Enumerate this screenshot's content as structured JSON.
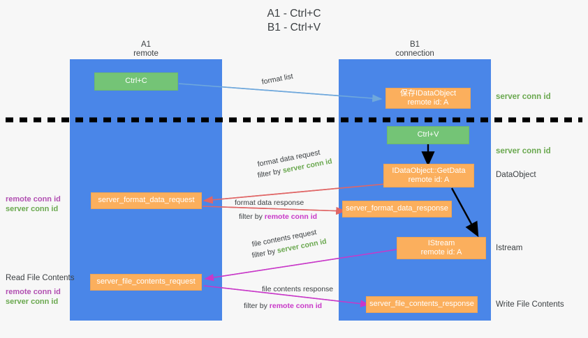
{
  "title": "A1 - Ctrl+C\nB1 - Ctrl+V",
  "colors": {
    "lane": "#4a86e8",
    "green_box": "#74c476",
    "orange_box": "#fbaf5d",
    "green_text": "#6aa84f",
    "magenta_text": "#c838c8",
    "remote_conn_text": "#b14fb1",
    "arrow_blue": "#6fa8dc",
    "arrow_red": "#e06666",
    "arrow_magenta": "#c838c8",
    "arrow_black": "#000000",
    "divider": "#000000"
  },
  "columns": [
    {
      "name": "A1",
      "sub": "remote"
    },
    {
      "name": "B1",
      "sub": "connection"
    }
  ],
  "boxes": {
    "ctrl_c": {
      "line1": "Ctrl+C",
      "line2": ""
    },
    "save_idataobject": {
      "line1": "保存IDataObject",
      "line2": "remote id: A"
    },
    "ctrl_v": {
      "line1": "Ctrl+V",
      "line2": ""
    },
    "getdata": {
      "line1": "IDataObject::GetData",
      "line2": "remote id: A"
    },
    "server_format_data_request": {
      "line1": "server_format_data_request",
      "line2": ""
    },
    "server_format_data_response": {
      "line1": "server_format_data_response",
      "line2": ""
    },
    "istream": {
      "line1": "IStream",
      "line2": "remote id: A"
    },
    "server_file_contents_request": {
      "line1": "server_file_contents_request",
      "line2": ""
    },
    "server_file_contents_response": {
      "line1": "server_file_contents_response",
      "line2": ""
    }
  },
  "captions": {
    "format_list": "format list",
    "format_data_request": "format data request",
    "format_data_request_filter_prefix": "filter by ",
    "format_data_request_filter_value": "server conn id",
    "format_data_response": "format data response",
    "format_data_response_filter_prefix": "filter by ",
    "format_data_response_filter_value": "remote conn id",
    "file_contents_request": "file contents request",
    "file_contents_request_filter_prefix": "filter by ",
    "file_contents_request_filter_value": "server conn id",
    "file_contents_response": "file contents response",
    "file_contents_response_filter_prefix": "filter by ",
    "file_contents_response_filter_value": "remote conn id"
  },
  "right_labels": {
    "server_conn_id_top": "server conn id",
    "server_conn_id_mid": "server conn id",
    "dataobject": "DataObject",
    "istream": "Istream",
    "write_file_contents": "Write File Contents"
  },
  "left_labels": {
    "conn_pair_1": {
      "remote": "remote conn id",
      "server": "server conn id"
    },
    "read_file_contents": "Read File Contents",
    "conn_pair_2": {
      "remote": "remote conn id",
      "server": "server conn id"
    }
  }
}
